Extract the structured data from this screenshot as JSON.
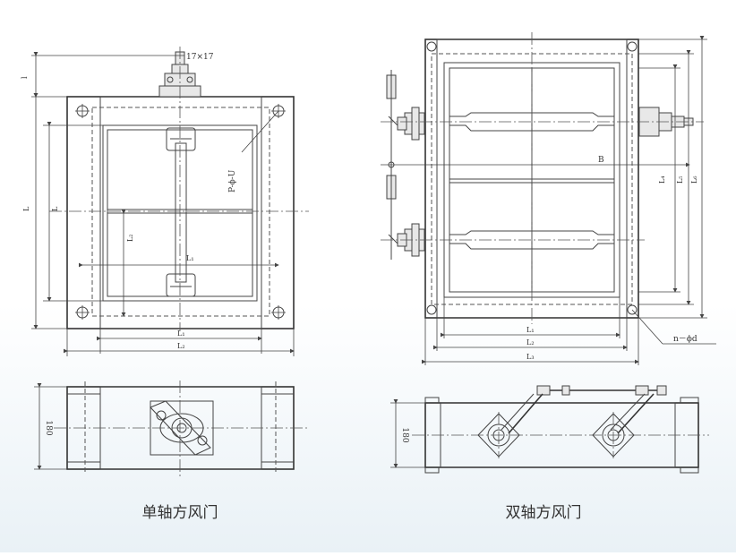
{
  "captions": {
    "single": "单轴方风门",
    "double": "双轴方风门"
  },
  "single": {
    "shaft_size": "17×17",
    "dim_top": "l",
    "dim_L_outer": "L",
    "dim_L_inner": "L",
    "dim_L2": "L₂",
    "dim_L1": "L₁",
    "dim_bottom_1": "L₁",
    "dim_bottom_2": "L₂",
    "holes": "P-ϕ-U",
    "width": "180"
  },
  "double": {
    "dim_B": "B",
    "dim_L4": "L₄",
    "dim_L5": "L₅",
    "dim_L6": "L₆",
    "dim_bottom_1": "L₁",
    "dim_bottom_2": "L₂",
    "dim_bottom_3": "L₃",
    "holes": "n－ϕd",
    "width": "180"
  }
}
